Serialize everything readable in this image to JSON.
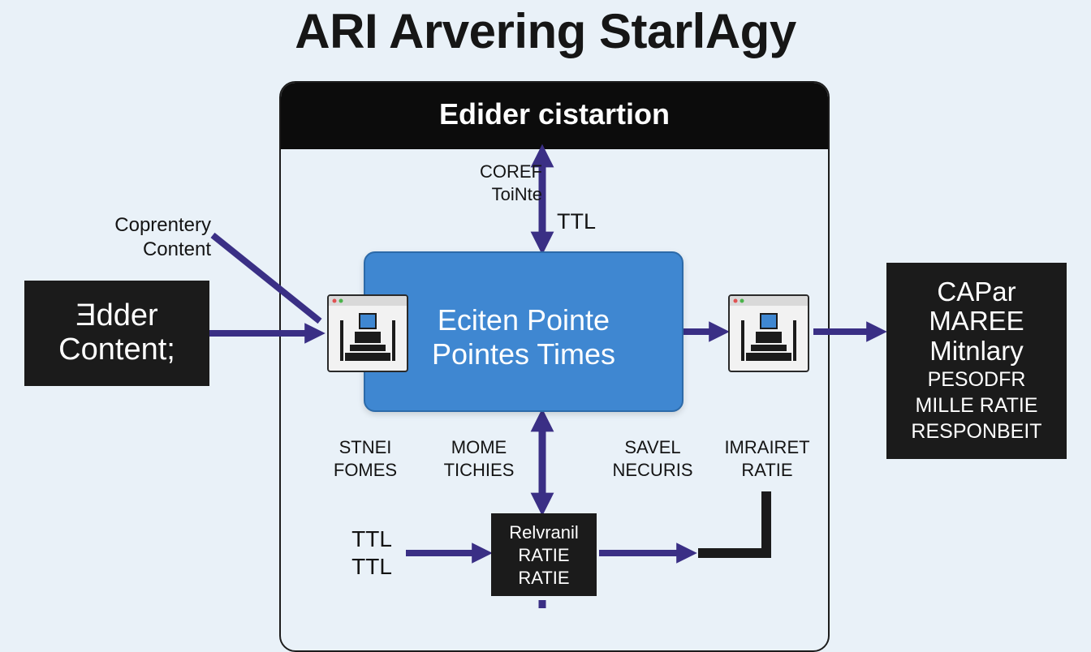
{
  "title": "ARI Arvering StarlAgy",
  "frame": {
    "header": "Edider cistartion"
  },
  "left_box": {
    "lines": [
      "Ǝdder",
      "Content;"
    ]
  },
  "left_label": {
    "lines": [
      "Coprentery",
      "Content"
    ]
  },
  "top_label": {
    "lines": [
      "COREF",
      "ToiNte"
    ]
  },
  "ttl_top": "TTL",
  "core": {
    "lines": [
      "Eciten Pointe",
      "Pointes Times"
    ]
  },
  "bottom_labels": [
    {
      "lines": [
        "STNEI",
        "FOMES"
      ]
    },
    {
      "lines": [
        "MOME",
        "TICHIES"
      ]
    },
    {
      "lines": [
        "SAVEL",
        "NECURIS"
      ]
    },
    {
      "lines": [
        "IMRAIRET",
        "RATIE"
      ]
    }
  ],
  "ttl_bottom": {
    "lines": [
      "TTL",
      "TTL"
    ]
  },
  "small_box": {
    "lines": [
      "Relvranil",
      "RATIE",
      "RATIE"
    ]
  },
  "right_box": {
    "lines": [
      "CAPar",
      "MAREE",
      "Mitnlary",
      "PESODFR",
      "MILLE RATIE",
      "RESPONBEIT"
    ]
  },
  "colors": {
    "arrow": "#3a2f85",
    "core": "#3f87d1",
    "dark_box": "#1b1b1b",
    "background": "#e9f1f8"
  },
  "icons": [
    "server-window-icon-left",
    "server-window-icon-right"
  ]
}
